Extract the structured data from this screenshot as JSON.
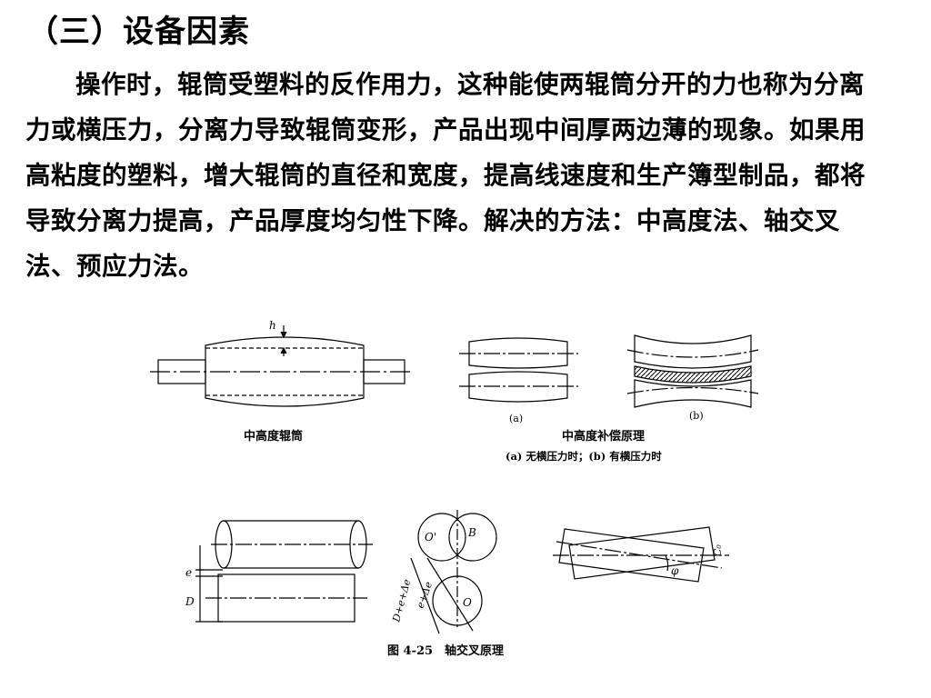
{
  "section_heading": "（三）设备因素",
  "paragraph": "操作时，辊筒受塑料的反作用力，这种能使两辊筒分开的力也称为分离力或横压力，分离力导致辊筒变形，产品出现中间厚两边薄的现象。如果用高粘度的塑料，增大辊筒的直径和宽度，提高线速度和生产簿型制品，都将导致分离力提高，产品厚度均匀性下降。解决的方法：中高度法、轴交叉法、预应力法。",
  "figures": {
    "crown_roll": {
      "caption": "中高度辊筒",
      "label_h": "h"
    },
    "compensation": {
      "label_a": "(a)",
      "label_b": "(b)",
      "caption": "中高度补偿原理",
      "subcaption": "(a) 无横压力时；(b) 有横压力时"
    },
    "axis_cross": {
      "label_e": "e",
      "label_D": "D",
      "label_O1": "O'",
      "label_O2": "O",
      "label_B": "B",
      "label_De": "D+e+Δe",
      "label_ede": "e+Δe",
      "label_C": "C₀",
      "label_phi": "φ",
      "caption": "图 4-25　轴交叉原理"
    }
  }
}
